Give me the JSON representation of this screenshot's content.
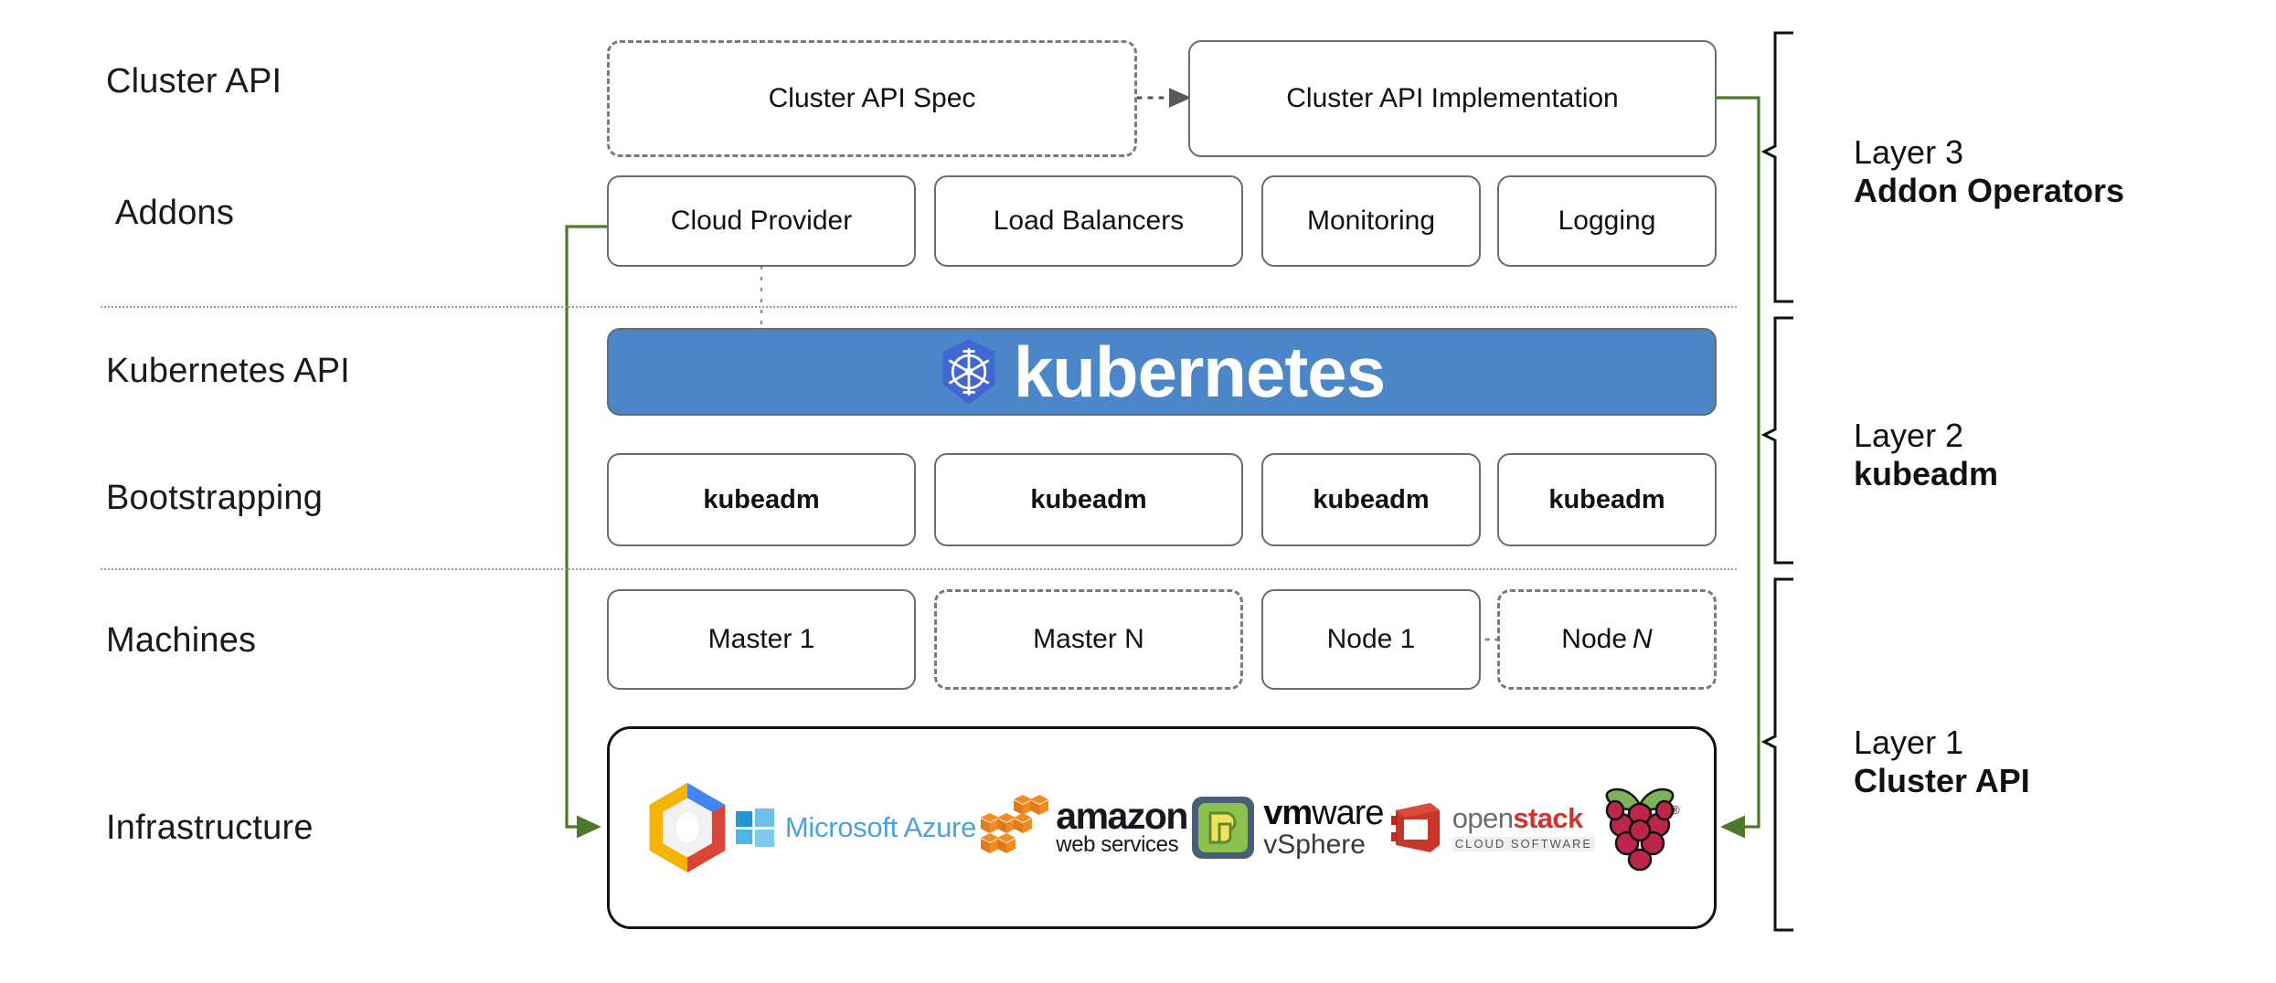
{
  "diagram": {
    "title": "Kubernetes Cluster API layered architecture",
    "accent_green": "#4c7a2a",
    "k8s_blue": "#4a86c8",
    "k8s_logo_blue": "#4067d4",
    "box_border": "#6b6b6b",
    "separator_color": "#9a9a9a"
  },
  "row_labels": [
    {
      "id": "cluster-api",
      "text": "Cluster API"
    },
    {
      "id": "addons",
      "text": "Addons"
    },
    {
      "id": "kubernetes-api",
      "text": "Kubernetes API"
    },
    {
      "id": "bootstrapping",
      "text": "Bootstrapping"
    },
    {
      "id": "machines",
      "text": "Machines"
    },
    {
      "id": "infrastructure",
      "text": "Infrastructure"
    }
  ],
  "cluster_api_row": {
    "spec_box": {
      "label": "Cluster API Spec",
      "border": "dashed"
    },
    "implementation_box": {
      "label": "Cluster API Implementation",
      "border": "solid"
    },
    "connector": "dotted-arrow-right"
  },
  "addons_row": {
    "boxes": [
      {
        "label": "Cloud Provider",
        "border": "solid"
      },
      {
        "label": "Load Balancers",
        "border": "solid"
      },
      {
        "label": "Monitoring",
        "border": "solid"
      },
      {
        "label": "Logging",
        "border": "solid"
      }
    ]
  },
  "kubernetes_banner": {
    "wordmark": "kubernetes",
    "logo_name": "kubernetes-helm-wheel-icon"
  },
  "bootstrapping_row": {
    "boxes": [
      {
        "label": "kubeadm",
        "border": "solid"
      },
      {
        "label": "kubeadm",
        "border": "solid"
      },
      {
        "label": "kubeadm",
        "border": "solid"
      },
      {
        "label": "kubeadm",
        "border": "solid"
      }
    ]
  },
  "machines_row": {
    "boxes": [
      {
        "label": "Master 1",
        "border": "solid",
        "italic_tail": ""
      },
      {
        "label": "Master N",
        "border": "dashed",
        "italic_tail": ""
      },
      {
        "label": "Node 1",
        "border": "solid",
        "italic_tail": ""
      },
      {
        "label": "Node",
        "border": "dashed",
        "italic_tail": "N"
      }
    ]
  },
  "infrastructure_row": {
    "logos": [
      {
        "name": "google-cloud-platform-icon",
        "label": ""
      },
      {
        "name": "microsoft-azure-icon",
        "label": "Microsoft Azure"
      },
      {
        "name": "amazon-web-services-icon",
        "label": "amazon",
        "sublabel": "web services"
      },
      {
        "name": "vmware-vsphere-icon",
        "label": "vmware",
        "sublabel": "vSphere"
      },
      {
        "name": "openstack-icon",
        "label": "openstack",
        "sublabel": "CLOUD SOFTWARE"
      },
      {
        "name": "raspberry-pi-icon",
        "label": ""
      }
    ]
  },
  "layers": [
    {
      "id": "layer-3",
      "number": "Layer 3",
      "name": "Addon Operators"
    },
    {
      "id": "layer-2",
      "number": "Layer 2",
      "name": "kubeadm"
    },
    {
      "id": "layer-1",
      "number": "Layer 1",
      "name": "Cluster API"
    }
  ],
  "connections": [
    {
      "from": "cloud-provider-box",
      "to": "infrastructure-panel",
      "color": "#4c7a2a",
      "side": "left"
    },
    {
      "from": "cluster-api-implementation-box",
      "to": "infrastructure-panel",
      "color": "#4c7a2a",
      "side": "right"
    },
    {
      "from": "cluster-api-spec-box",
      "to": "cluster-api-implementation-box",
      "style": "dotted"
    },
    {
      "from": "master-1-box",
      "to": "master-n-box",
      "style": "dotted"
    },
    {
      "from": "node-1-box",
      "to": "node-n-box",
      "style": "dotted"
    }
  ]
}
